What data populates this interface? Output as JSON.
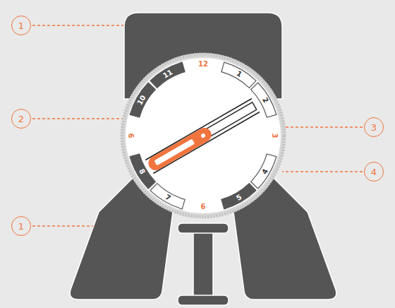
{
  "diagram": {
    "labels": [
      "1",
      "2",
      "3",
      "1",
      "4",
      "12",
      "1",
      "2",
      "3",
      "4",
      "5",
      "6",
      "7",
      "8",
      "9",
      "10",
      "11"
    ]
  }
}
